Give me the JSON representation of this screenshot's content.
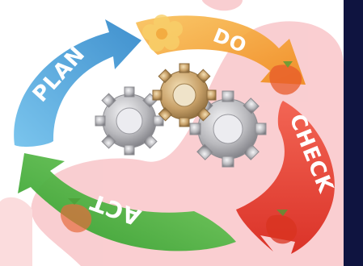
{
  "cycle": {
    "plan": {
      "label": "PLAN",
      "color": "#4aa3df"
    },
    "do": {
      "label": "DO",
      "color": "#f6a323"
    },
    "check": {
      "label": "CHECK",
      "color": "#e93b2b"
    },
    "act": {
      "label": "ACT",
      "color": "#3db03a"
    }
  },
  "center": {
    "icon": "gears-icon"
  },
  "decorations": [
    "flower-icon",
    "strawberry-icon"
  ],
  "colors": {
    "pink_blob": "#f9c6c9",
    "right_bar": "#0f1440",
    "gear_gold": "#c9a26a",
    "gear_silver": "#b9b9bd"
  }
}
